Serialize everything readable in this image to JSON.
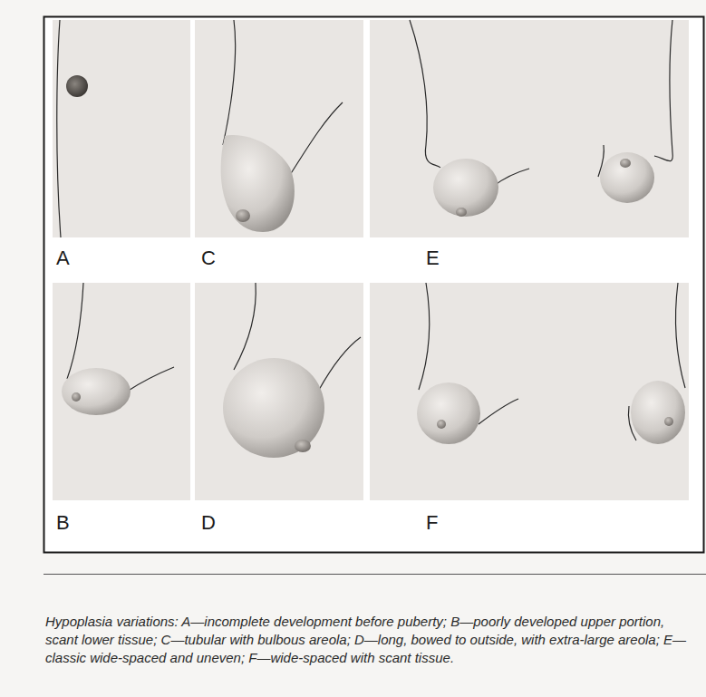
{
  "diagram": {
    "caption": "Hypoplasia variations: A—incomplete development before puberty; B—poorly developed upper portion, scant lower tissue; C—tubular with bulbous areola; D—long, bowed to outside, with extra-large areola; E—classic wide-spaced and uneven; F—wide-spaced with scant tissue.",
    "labels": [
      "A",
      "C",
      "E",
      "B",
      "D",
      "F"
    ]
  }
}
